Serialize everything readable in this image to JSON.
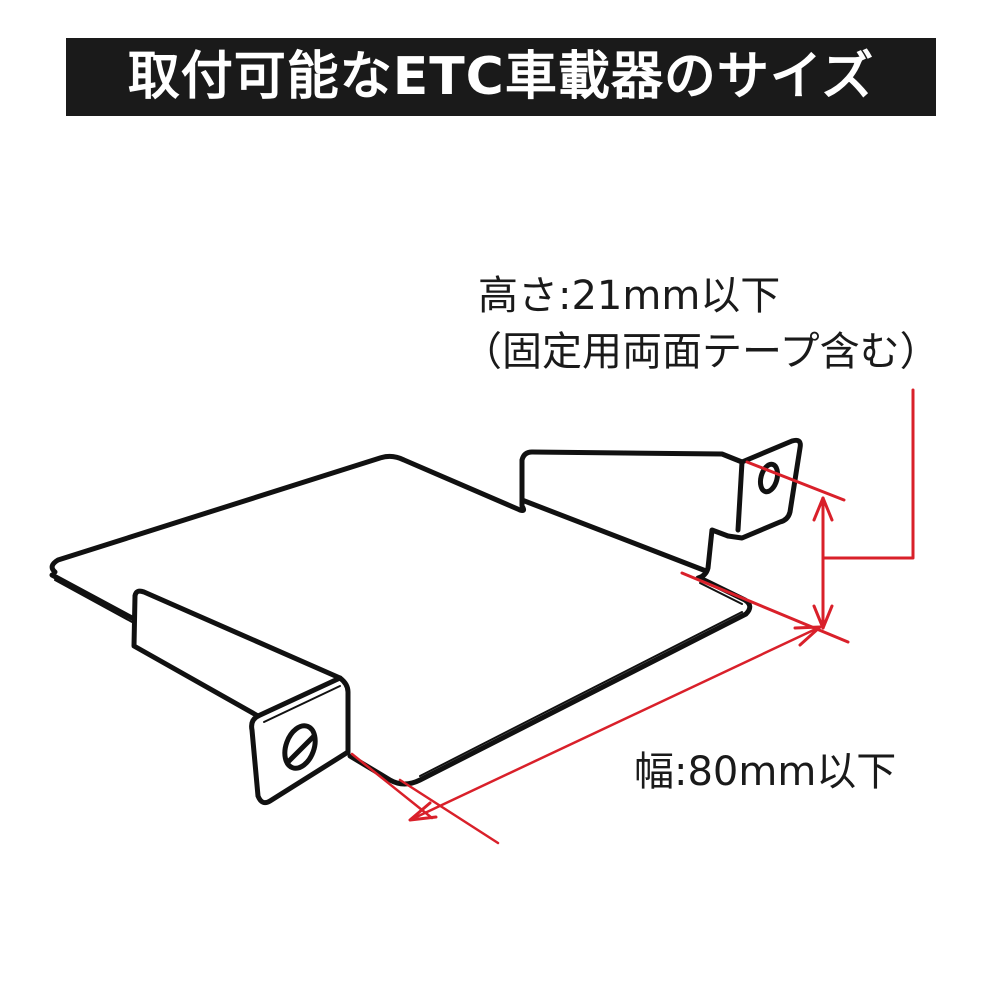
{
  "title": "取付可能なETC車載器のサイズ",
  "annotations": {
    "height": {
      "line1": "高さ:21mm以下",
      "line2": "（固定用両面テープ含む）"
    },
    "width": {
      "label": "幅:80mm以下"
    }
  },
  "colors": {
    "title_bg": "#1a1a1a",
    "title_text": "#ffffff",
    "outline": "#111111",
    "dimension": "#d9202a"
  }
}
